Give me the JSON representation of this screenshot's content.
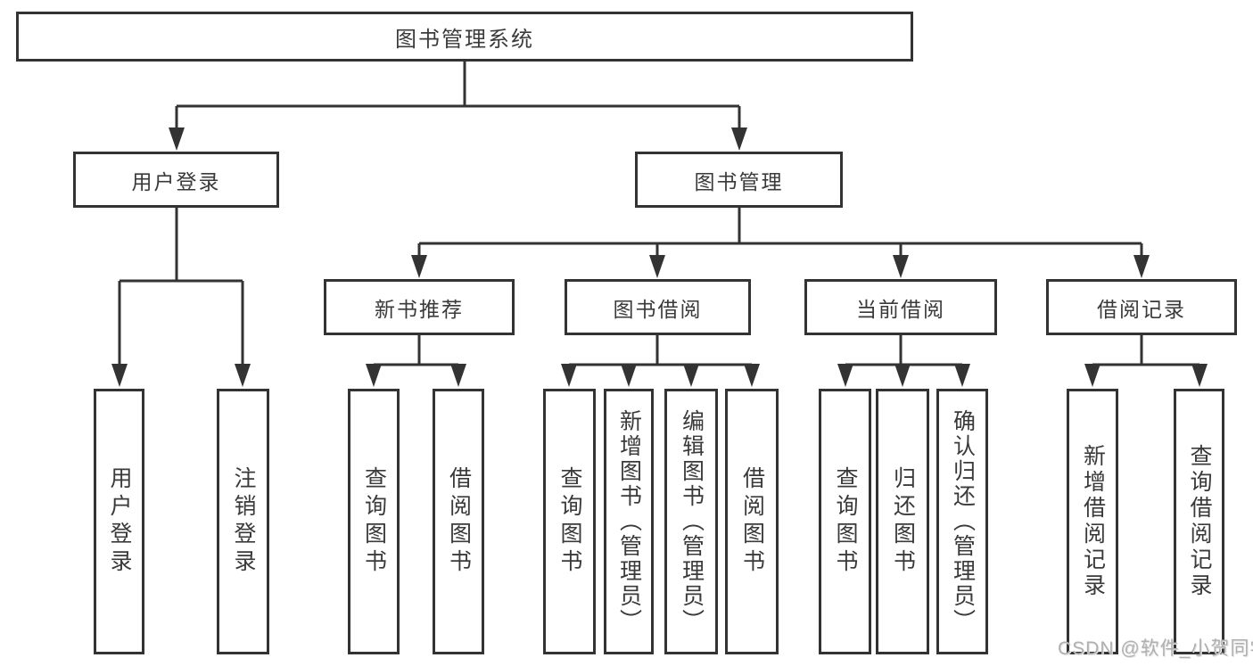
{
  "tree": {
    "root": {
      "label": "图书管理系统"
    },
    "branches": [
      {
        "label": "用户登录",
        "leaves": [
          {
            "label": "用户登录"
          },
          {
            "label": "注销登录"
          }
        ]
      },
      {
        "label": "图书管理",
        "groups": [
          {
            "label": "新书推荐",
            "leaves": [
              {
                "label": "查询图书"
              },
              {
                "label": "借阅图书"
              }
            ]
          },
          {
            "label": "图书借阅",
            "leaves": [
              {
                "label": "查询图书"
              },
              {
                "label": "新增图书（管理员）"
              },
              {
                "label": "编辑图书（管理员）"
              },
              {
                "label": "借阅图书"
              }
            ]
          },
          {
            "label": "当前借阅",
            "leaves": [
              {
                "label": "查询图书"
              },
              {
                "label": "归还图书"
              },
              {
                "label": "确认归还（管理员）"
              }
            ]
          },
          {
            "label": "借阅记录",
            "leaves": [
              {
                "label": "新增借阅记录"
              },
              {
                "label": "查询借阅记录"
              }
            ]
          }
        ]
      }
    ]
  },
  "watermark": {
    "text": "CSDN @软件_小贺同学"
  },
  "colors": {
    "line": "#333333",
    "text": "#3a3a3a",
    "watermark": "#b0b0b0",
    "background": "#ffffff"
  }
}
